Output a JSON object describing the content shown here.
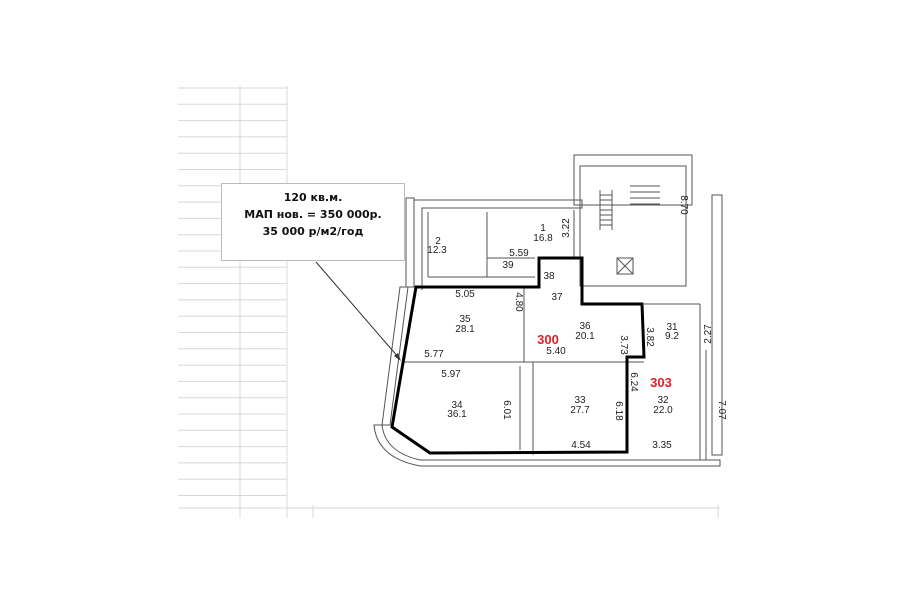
{
  "callout": {
    "line1": "120 кв.м.",
    "line2": "МАП нов. = 350 000р.",
    "line3": "35 000 р/м2/год"
  },
  "highlight_color": "#000000",
  "label_color": "#e0202a",
  "units": [
    {
      "label": "300"
    },
    {
      "label": "303"
    }
  ],
  "rooms": [
    {
      "num": "2",
      "area": "12.3"
    },
    {
      "num": "1",
      "area": "16.8"
    },
    {
      "num": "35",
      "area": "28.1"
    },
    {
      "num": "36",
      "area": "20.1"
    },
    {
      "num": "31",
      "area": "9.2"
    },
    {
      "num": "34",
      "area": "36.1"
    },
    {
      "num": "33",
      "area": "27.7"
    },
    {
      "num": "32",
      "area": "22.0"
    }
  ],
  "small_rooms": [
    "39",
    "38",
    "37"
  ],
  "dimensions": [
    "3.22",
    "5.59",
    "5.05",
    "4.80",
    "5.77",
    "5.40",
    "3.73",
    "3.82",
    "2.27",
    "5.97",
    "6.01",
    "6.18",
    "4.54",
    "6.24",
    "3.35",
    "7.07",
    "8.70"
  ]
}
